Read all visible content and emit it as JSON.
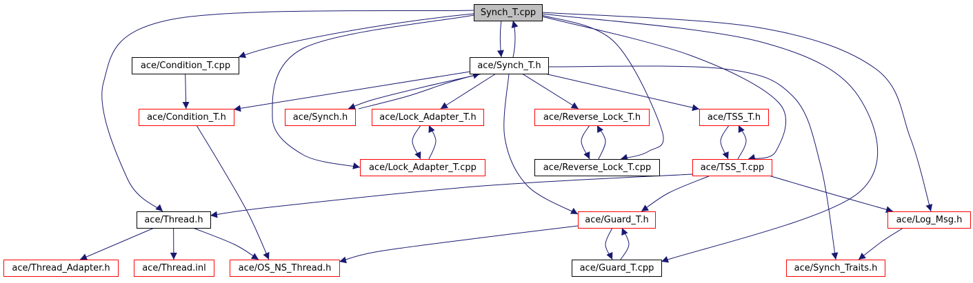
{
  "graph": {
    "nodes": [
      {
        "id": "synch_t_cpp",
        "label": "Synch_T.cpp",
        "border": "black",
        "fill": "#bfbfbf"
      },
      {
        "id": "condition_t_cpp",
        "label": "ace/Condition_T.cpp",
        "border": "black"
      },
      {
        "id": "synch_t_h",
        "label": "ace/Synch_T.h",
        "border": "black"
      },
      {
        "id": "condition_t_h",
        "label": "ace/Condition_T.h",
        "border": "red"
      },
      {
        "id": "synch_h",
        "label": "ace/Synch.h",
        "border": "red"
      },
      {
        "id": "lock_adapter_t_h",
        "label": "ace/Lock_Adapter_T.h",
        "border": "red"
      },
      {
        "id": "reverse_lock_t_h",
        "label": "ace/Reverse_Lock_T.h",
        "border": "red"
      },
      {
        "id": "tss_t_h",
        "label": "ace/TSS_T.h",
        "border": "red"
      },
      {
        "id": "lock_adapter_t_cpp",
        "label": "ace/Lock_Adapter_T.cpp",
        "border": "red"
      },
      {
        "id": "reverse_lock_t_cpp",
        "label": "ace/Reverse_Lock_T.cpp",
        "border": "black"
      },
      {
        "id": "tss_t_cpp",
        "label": "ace/TSS_T.cpp",
        "border": "red"
      },
      {
        "id": "thread_h",
        "label": "ace/Thread.h",
        "border": "black"
      },
      {
        "id": "guard_t_h",
        "label": "ace/Guard_T.h",
        "border": "red"
      },
      {
        "id": "log_msg_h",
        "label": "ace/Log_Msg.h",
        "border": "red"
      },
      {
        "id": "thread_adapter_h",
        "label": "ace/Thread_Adapter.h",
        "border": "red"
      },
      {
        "id": "thread_inl",
        "label": "ace/Thread.inl",
        "border": "red"
      },
      {
        "id": "os_ns_thread_h",
        "label": "ace/OS_NS_Thread.h",
        "border": "red"
      },
      {
        "id": "guard_t_cpp",
        "label": "ace/Guard_T.cpp",
        "border": "black"
      },
      {
        "id": "synch_traits_h",
        "label": "ace/Synch_Traits.h",
        "border": "red"
      }
    ],
    "edges": [
      [
        "synch_t_cpp",
        "condition_t_cpp"
      ],
      [
        "synch_t_cpp",
        "synch_t_h"
      ],
      [
        "synch_t_h",
        "synch_t_cpp"
      ],
      [
        "synch_t_cpp",
        "thread_h"
      ],
      [
        "synch_t_cpp",
        "lock_adapter_t_cpp"
      ],
      [
        "synch_t_cpp",
        "reverse_lock_t_cpp"
      ],
      [
        "synch_t_cpp",
        "tss_t_cpp"
      ],
      [
        "synch_t_cpp",
        "guard_t_cpp"
      ],
      [
        "synch_t_cpp",
        "log_msg_h"
      ],
      [
        "condition_t_cpp",
        "condition_t_h"
      ],
      [
        "synch_t_h",
        "condition_t_h"
      ],
      [
        "synch_t_h",
        "synch_h"
      ],
      [
        "synch_h",
        "synch_t_h"
      ],
      [
        "synch_t_h",
        "lock_adapter_t_h"
      ],
      [
        "synch_t_h",
        "reverse_lock_t_h"
      ],
      [
        "synch_t_h",
        "tss_t_h"
      ],
      [
        "synch_t_h",
        "guard_t_h"
      ],
      [
        "synch_t_h",
        "synch_traits_h"
      ],
      [
        "lock_adapter_t_h",
        "lock_adapter_t_cpp"
      ],
      [
        "lock_adapter_t_cpp",
        "lock_adapter_t_h"
      ],
      [
        "reverse_lock_t_h",
        "reverse_lock_t_cpp"
      ],
      [
        "reverse_lock_t_cpp",
        "reverse_lock_t_h"
      ],
      [
        "tss_t_h",
        "tss_t_cpp"
      ],
      [
        "tss_t_cpp",
        "tss_t_h"
      ],
      [
        "condition_t_h",
        "os_ns_thread_h"
      ],
      [
        "tss_t_cpp",
        "thread_h"
      ],
      [
        "tss_t_cpp",
        "guard_t_h"
      ],
      [
        "tss_t_cpp",
        "log_msg_h"
      ],
      [
        "thread_h",
        "thread_adapter_h"
      ],
      [
        "thread_h",
        "thread_inl"
      ],
      [
        "thread_h",
        "os_ns_thread_h"
      ],
      [
        "guard_t_h",
        "os_ns_thread_h"
      ],
      [
        "guard_t_h",
        "guard_t_cpp"
      ],
      [
        "guard_t_cpp",
        "guard_t_h"
      ],
      [
        "log_msg_h",
        "synch_traits_h"
      ]
    ]
  }
}
